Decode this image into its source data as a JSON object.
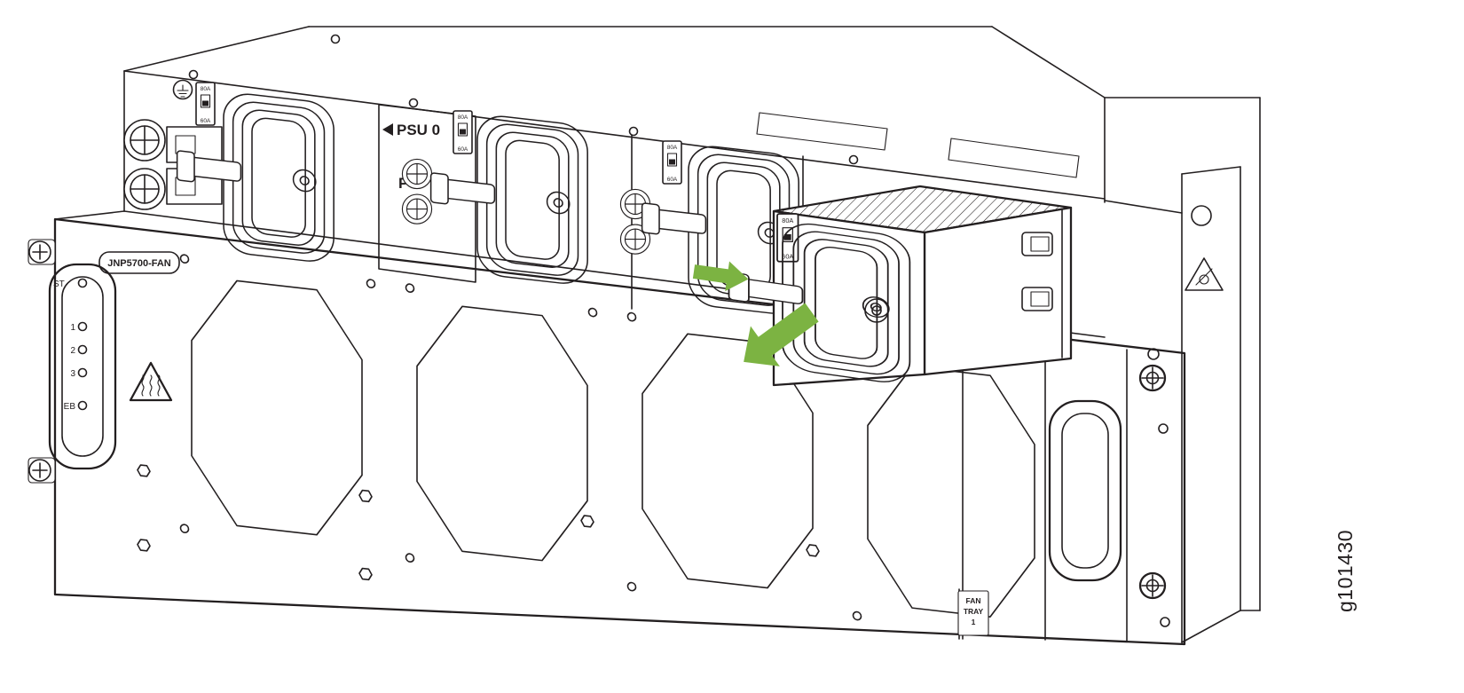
{
  "figure": {
    "id": "g101430"
  },
  "psu_row": {
    "bay0_label": "PSU 0",
    "bay1_label_partial": "PS",
    "breaker_top": "80A",
    "breaker_bottom": "60A"
  },
  "fan_tray": {
    "model_label": "JNP5700-FAN",
    "leds": {
      "st": "ST",
      "one": "1",
      "two": "2",
      "three": "3",
      "eb": "EB"
    }
  },
  "fan_tray_1_label": {
    "line1": "FAN",
    "line2": "TRAY",
    "line3": "1"
  },
  "icons": {
    "hot_surface_warning": "triangle with heat waves",
    "esd_warning": "triangle with ESD symbol",
    "ground_terminal": "circle with earth-ground glyph",
    "bay_pointer": "left-pointing triangle",
    "press_latch_arrow": "small green arrow pointing right",
    "pull_direction_arrow": "large green arrow pointing down-left"
  },
  "colors": {
    "arrow_green": "#7cb342",
    "line_color": "#231f20",
    "background": "#ffffff"
  }
}
